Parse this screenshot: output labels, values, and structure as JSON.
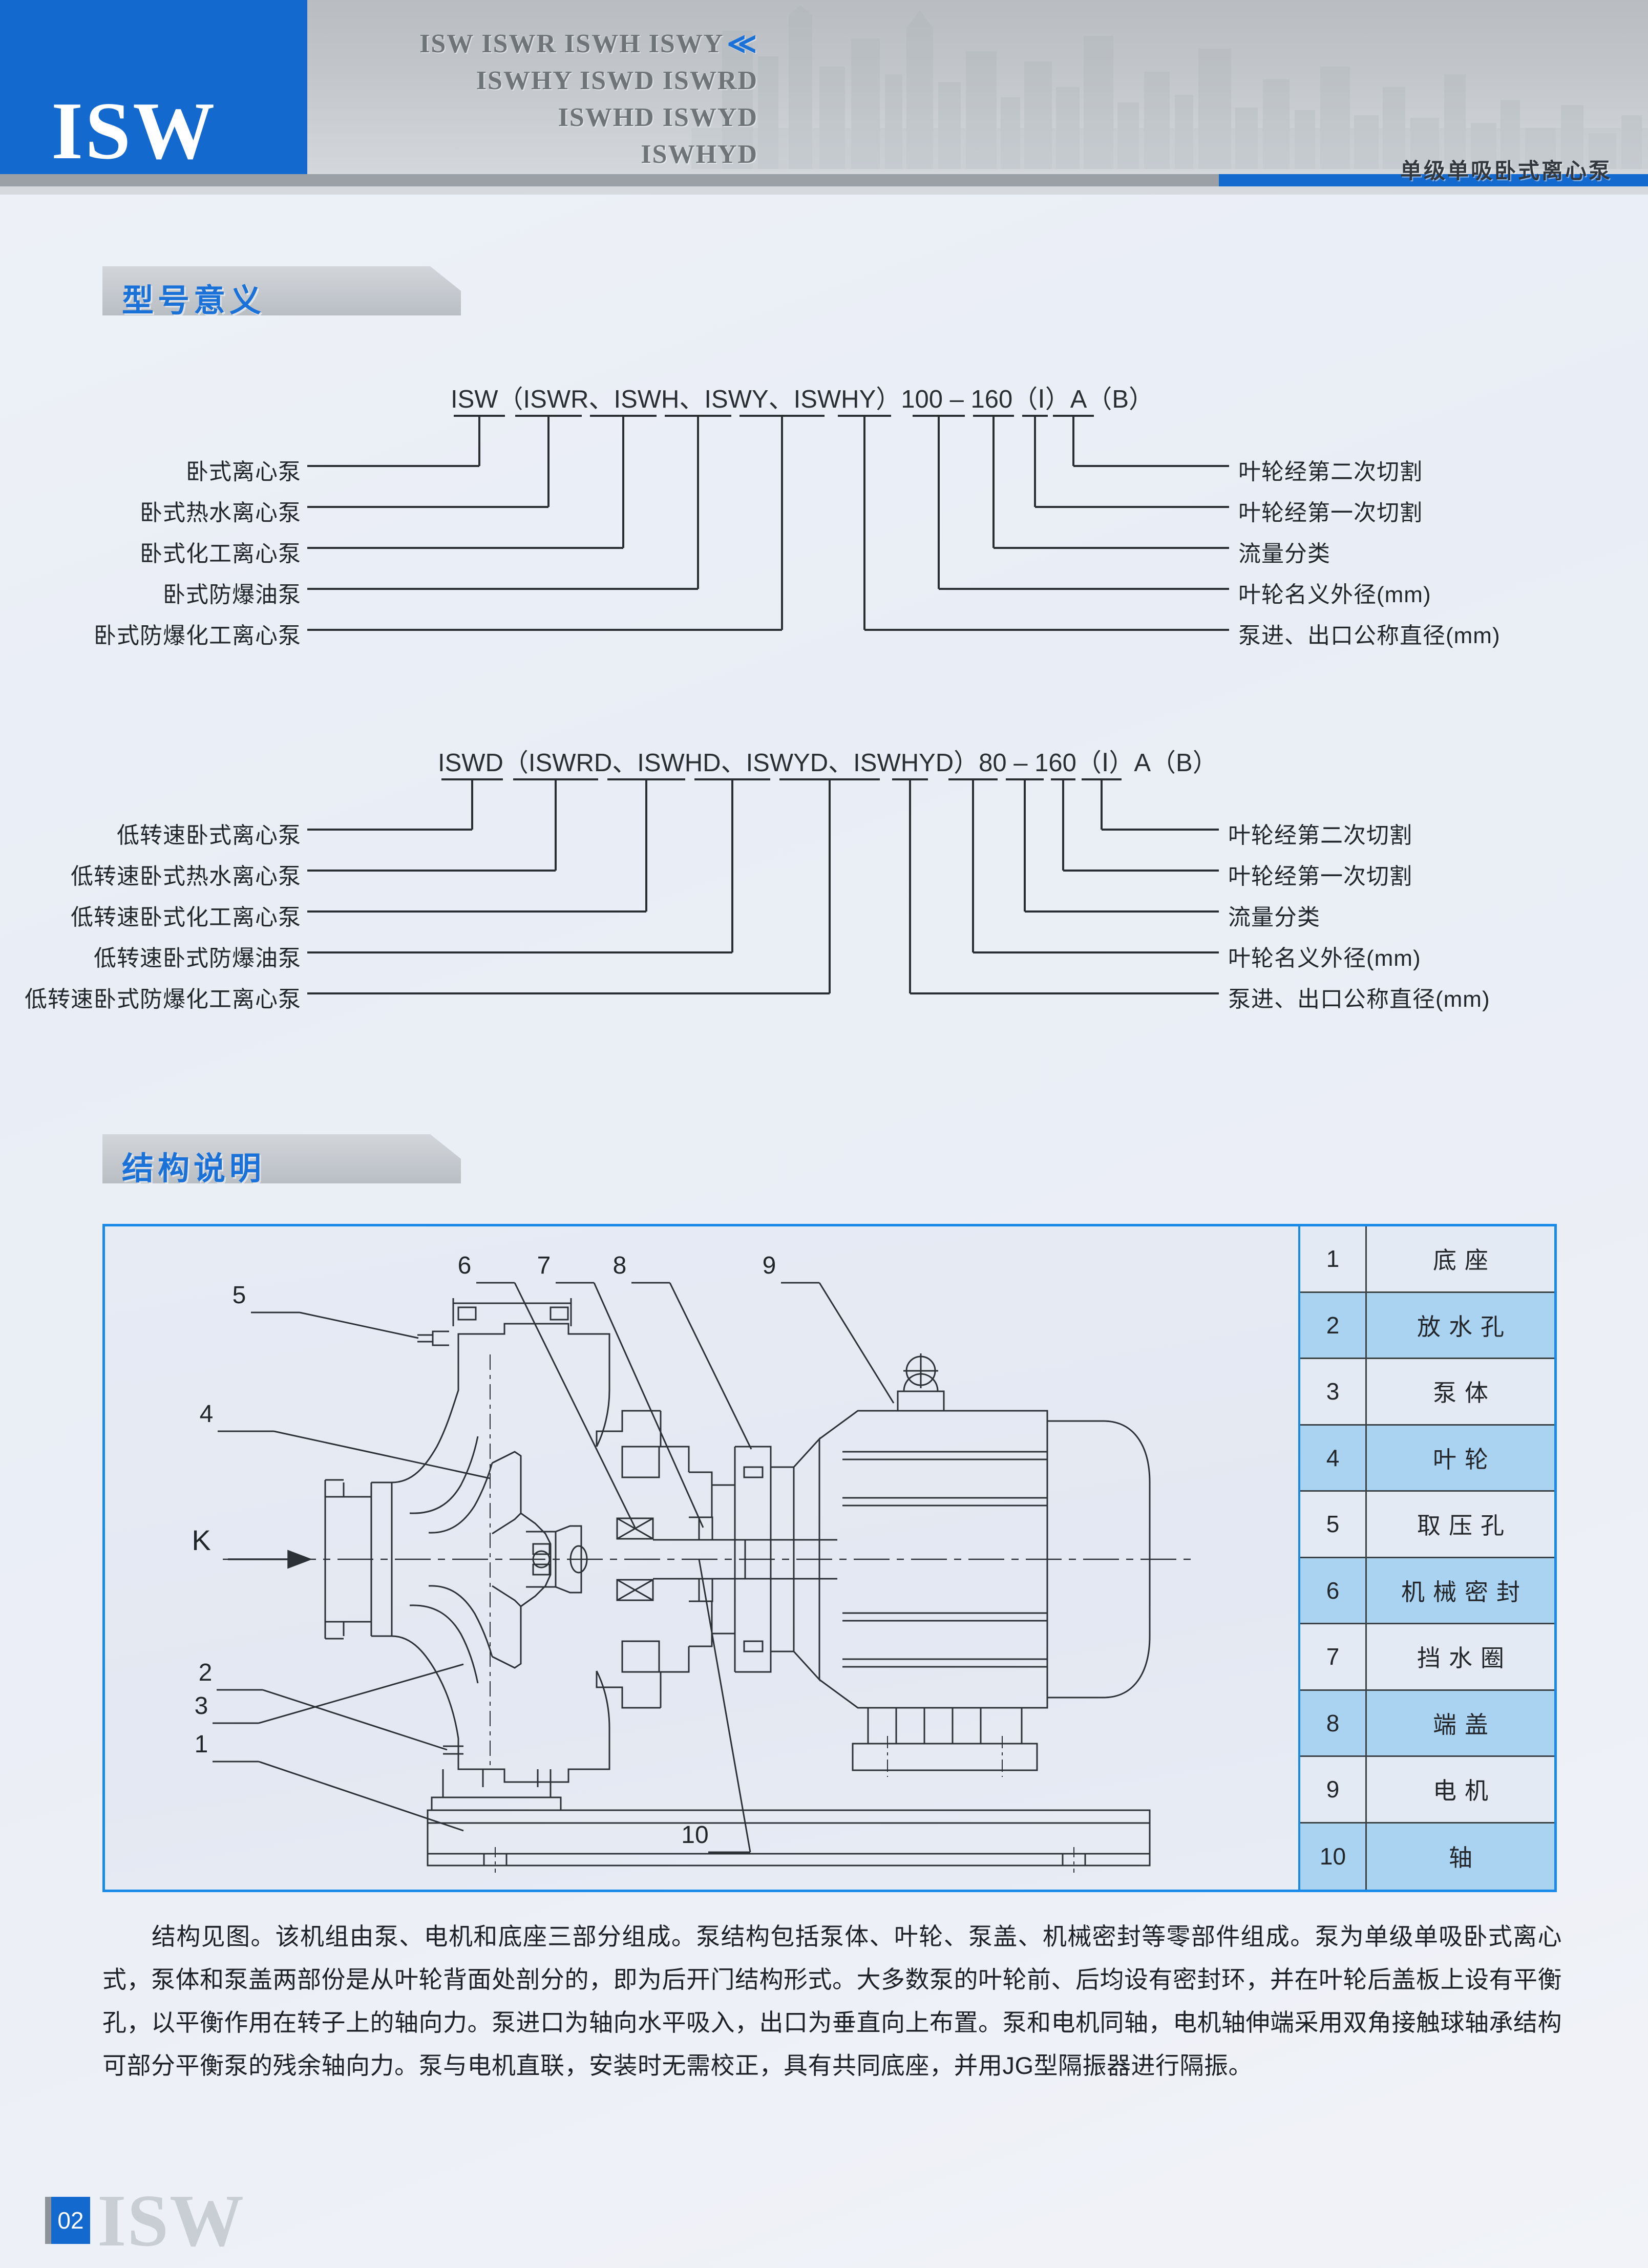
{
  "header": {
    "logo": "ISW",
    "model_codes": [
      "ISW  ISWR  ISWH  ISWY",
      "ISWHY  ISWD  ISWRD",
      "ISWHD  ISWYD",
      "ISWHYD"
    ],
    "chevron_icon": "≪",
    "subtitle": "单级单吸卧式离心泵",
    "accent_blue": "#1469cf",
    "band_gray": "#9aa0a5"
  },
  "sections": {
    "model_designation": {
      "title": "型号意义"
    },
    "structure": {
      "title": "结构说明"
    }
  },
  "model_diagram_1": {
    "code": "ISW（ISWR、ISWH、ISWY、ISWHY）100 – 160（Ⅰ）A（B）",
    "code_parts": [
      "ISW",
      "(ISWR、",
      "ISWH、",
      "ISWY、",
      "ISWHY)",
      "100",
      "–",
      "160",
      "(Ⅰ)",
      "A",
      "(B)"
    ],
    "left_labels": [
      "卧式离心泵",
      "卧式热水离心泵",
      "卧式化工离心泵",
      "卧式防爆油泵",
      "卧式防爆化工离心泵"
    ],
    "right_labels": [
      "叶轮经第二次切割",
      "叶轮经第一次切割",
      "流量分类",
      "叶轮名义外径(mm)",
      "泵进、出口公称直径(mm)"
    ]
  },
  "model_diagram_2": {
    "code": "ISWD（ISWRD、ISWHD、ISWYD、ISWHYD）80 – 160（Ⅰ）A（B）",
    "code_parts": [
      "ISWD",
      "(ISWRD、",
      "ISWHD、",
      "ISWYD、",
      "ISWHYD)",
      "80",
      "–",
      "160",
      "(Ⅰ)",
      "A",
      "(B)"
    ],
    "left_labels": [
      "低转速卧式离心泵",
      "低转速卧式热水离心泵",
      "低转速卧式化工离心泵",
      "低转速卧式防爆油泵",
      "低转速卧式防爆化工离心泵"
    ],
    "right_labels": [
      "叶轮经第二次切割",
      "叶轮经第一次切割",
      "流量分类",
      "叶轮名义外径(mm)",
      "泵进、出口公称直径(mm)"
    ]
  },
  "structure_figure": {
    "callouts": [
      "1",
      "2",
      "3",
      "4",
      "5",
      "6",
      "7",
      "8",
      "9",
      "10"
    ],
    "flow_marker": "K",
    "parts_table": [
      {
        "no": "1",
        "name": "底座"
      },
      {
        "no": "2",
        "name": "放水孔"
      },
      {
        "no": "3",
        "name": "泵体"
      },
      {
        "no": "4",
        "name": "叶轮"
      },
      {
        "no": "5",
        "name": "取压孔"
      },
      {
        "no": "6",
        "name": "机械密封"
      },
      {
        "no": "7",
        "name": "挡水圈"
      },
      {
        "no": "8",
        "name": "端盖"
      },
      {
        "no": "9",
        "name": "电机"
      },
      {
        "no": "10",
        "name": "轴"
      }
    ],
    "border_color": "#1a8ae8",
    "row_highlight_color": "#a9d3f0"
  },
  "body": {
    "paragraph": "结构见图。该机组由泵、电机和底座三部分组成。泵结构包括泵体、叶轮、泵盖、机械密封等零部件组成。泵为单级单吸卧式离心式，泵体和泵盖两部份是从叶轮背面处剖分的，即为后开门结构形式。大多数泵的叶轮前、后均设有密封环，并在叶轮后盖板上设有平衡孔，以平衡作用在转子上的轴向力。泵进口为轴向水平吸入，出口为垂直向上布置。泵和电机同轴，电机轴伸端采用双角接触球轴承结构可部分平衡泵的残余轴向力。泵与电机直联，安装时无需校正，具有共同底座，并用JG型隔振器进行隔振。"
  },
  "footer": {
    "page_number": "02",
    "watermark": "ISW"
  }
}
